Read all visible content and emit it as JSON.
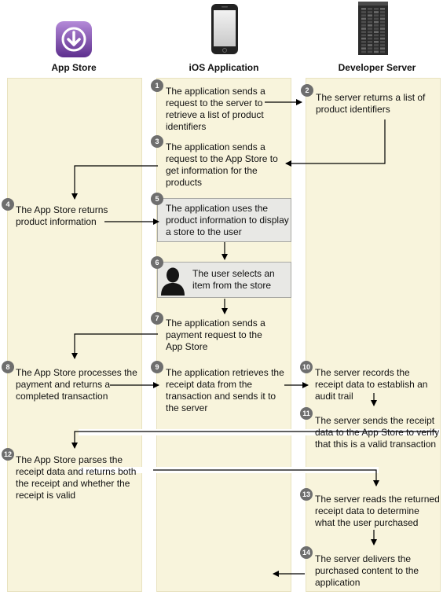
{
  "lanes": {
    "app_store": "App Store",
    "ios_app": "iOS Application",
    "dev_server": "Developer Server"
  },
  "steps": [
    {
      "n": "1",
      "text": "The application sends a request to the server to retrieve a list of product identifiers"
    },
    {
      "n": "2",
      "text": "The server returns a list of product identifiers"
    },
    {
      "n": "3",
      "text": "The application sends a request to the App Store to get information for the products"
    },
    {
      "n": "4",
      "text": "The App Store returns product information"
    },
    {
      "n": "5",
      "text": "The application uses the product information to display a store to the user"
    },
    {
      "n": "6",
      "text": "The user selects an item from the store"
    },
    {
      "n": "7",
      "text": "The application sends a payment request to the App Store"
    },
    {
      "n": "8",
      "text": "The App Store processes the payment and returns a completed transaction"
    },
    {
      "n": "9",
      "text": "The application retrieves the receipt data from the transaction and sends it to the server"
    },
    {
      "n": "10",
      "text": "The server records the receipt data to establish an audit trail"
    },
    {
      "n": "11",
      "text": "The server sends the receipt data to the App Store to verify that this is a valid transaction"
    },
    {
      "n": "12",
      "text": "The App Store parses the receipt data and returns both the receipt and whether the receipt is valid"
    },
    {
      "n": "13",
      "text": "The server reads the returned receipt data to determine what the user purchased"
    },
    {
      "n": "14",
      "text": "The server delivers the purchased content to the application"
    }
  ],
  "icons": {
    "app_store": "app-store-download-icon",
    "ios_app": "iphone-icon",
    "dev_server": "server-rack-icon",
    "user": "user-silhouette-icon"
  },
  "colors": {
    "lane_fill": "#f8f4dc",
    "box_fill": "#e8e8e5",
    "badge": "#6e6e6e",
    "app_icon": "#7b4fa8"
  }
}
